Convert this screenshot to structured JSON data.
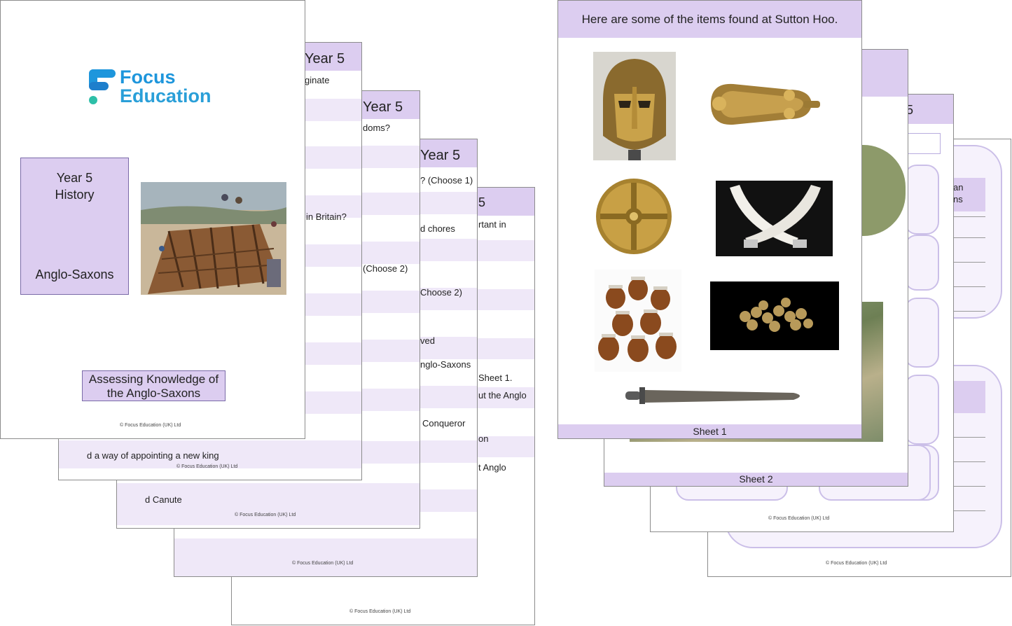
{
  "worksheets": [
    {
      "year": "Year 5",
      "frag_top": "ginate",
      "frag_mid": "in Britain?",
      "answer": "d   a way of appointing a new king",
      "footer": "© Focus Education (UK) Ltd"
    },
    {
      "year": "Year 5",
      "frag_top": "doms?",
      "frag_mid": "(Choose 2)",
      "answer": "d  Canute",
      "footer": "© Focus Education (UK) Ltd"
    },
    {
      "year": "Year 5",
      "frags": [
        "? (Choose 1)",
        "d chores",
        "Choose 2)",
        "ved",
        "nglo-Saxons",
        "Conqueror"
      ],
      "footer": "© Focus Education (UK) Ltd"
    },
    {
      "year": "5",
      "frags": [
        "rtant in",
        "Sheet 1.",
        "ut the Anglo",
        "on",
        "t Anglo"
      ],
      "footer": "© Focus Education (UK) Ltd"
    }
  ],
  "cover": {
    "logo_line1": "Focus",
    "logo_line2": "Education",
    "year": "Year 5",
    "subject": "History",
    "topic": "Anglo-Saxons",
    "title_line1": "Assessing Knowledge of",
    "title_line2": "the Anglo-Saxons",
    "footer": "© Focus Education (UK) Ltd",
    "colors": {
      "logo_blue": "#1e96dc",
      "logo_teal": "#2dbfa8",
      "lavender": "#dccdf0"
    }
  },
  "right_back": {
    "sheet3_frags": [
      "an",
      "ns"
    ],
    "sheet3_footer": "© Focus Education (UK) Ltd",
    "sheet2b_year": "5",
    "sheet2b_footer": "© Focus Education (UK) Ltd",
    "sheet2_label": "Sheet 2"
  },
  "sheet1": {
    "header": "Here are some of the items found at Sutton Hoo.",
    "items": [
      "helmet-image",
      "buckle-image",
      "shield-boss-image",
      "drinking-horns-image",
      "pots-image",
      "coins-image",
      "sword-image"
    ],
    "label": "Sheet 1"
  }
}
